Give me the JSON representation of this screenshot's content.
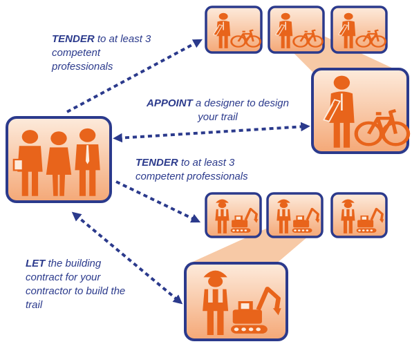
{
  "colors": {
    "navy": "#2b3a8c",
    "orange": "#e8641b",
    "tile_light": "#fce3cf",
    "tile_mid": "#f6b488",
    "callout": "#f7c9a6",
    "arrow": "#2b3a8c"
  },
  "labels": {
    "tender_designers": {
      "keyword": "TENDER",
      "rest": " to at least 3 competent professionals"
    },
    "appoint_designer": {
      "keyword": "APPOINT",
      "rest": " a designer to design your trail"
    },
    "tender_contractors": {
      "keyword": "TENDER",
      "rest": " to at least 3 competent professionals"
    },
    "let_contract": {
      "keyword": "LET",
      "rest": " the building contract for your contractor to build the trail"
    }
  },
  "nodes": {
    "client_group": {
      "icon": "client-group-icon"
    },
    "designer_options": {
      "count": 3,
      "icon": "designer-with-bike-icon"
    },
    "appointed_designer": {
      "icon": "designer-with-bike-icon"
    },
    "contractor_options": {
      "count": 3,
      "icon": "builder-with-excavator-icon"
    },
    "appointed_contractor": {
      "icon": "builder-with-excavator-icon"
    }
  }
}
